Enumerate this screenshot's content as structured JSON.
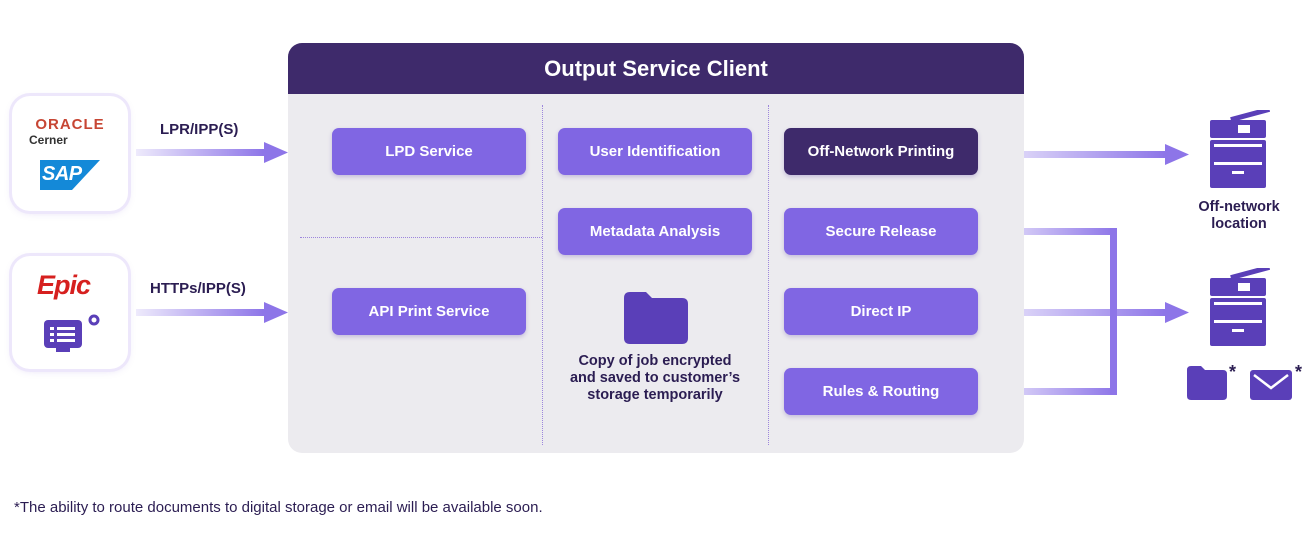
{
  "panel": {
    "title": "Output Service Client"
  },
  "sources": [
    {
      "logos": [
        "ORACLE",
        "Cerner",
        "SAP"
      ],
      "protocol": "LPR/IPP(S)"
    },
    {
      "logos": [
        "Epic"
      ],
      "protocol": "HTTPs/IPP(S)"
    }
  ],
  "services": {
    "lpd": "LPD Service",
    "api_print": "API Print Service",
    "user_identification": "User Identification",
    "metadata_analysis": "Metadata Analysis",
    "off_network_printing": "Off-Network Printing",
    "secure_release": "Secure Release",
    "direct_ip": "Direct IP",
    "rules_routing": "Rules & Routing"
  },
  "storage_note": {
    "line1": "Copy of job encrypted",
    "line2": "and saved to customer’s",
    "line3": "storage temporarily"
  },
  "destinations": {
    "off_network_line1": "Off-network",
    "off_network_line2": "location",
    "star": "*"
  },
  "footnote": "*The ability to route documents to digital storage or email will be available soon.",
  "colors": {
    "header": "#3e2a6b",
    "service": "#8066e3",
    "service_dark": "#3e2a6b",
    "arrow": "#8d75e8",
    "panel_bg": "#ecebef",
    "oracle_red": "#c74634",
    "epic_red": "#d6201f",
    "sap_blue": "#1489d8"
  }
}
